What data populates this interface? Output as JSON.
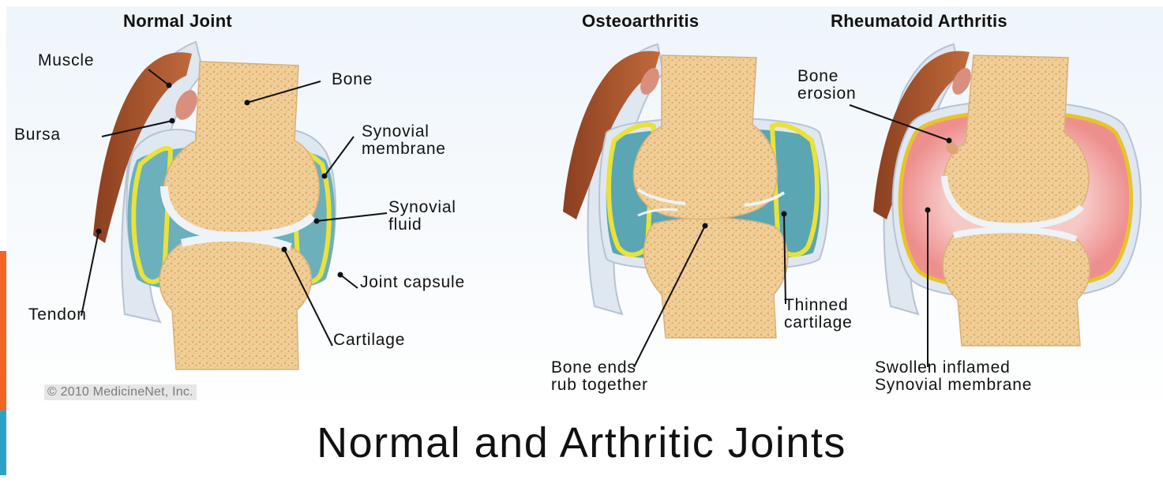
{
  "main_title": "Normal and Arthritic Joints",
  "copyright": "© 2010 MedicineNet, Inc.",
  "panels": {
    "normal": {
      "title": "Normal Joint",
      "labels": {
        "muscle": "Muscle",
        "bone": "Bone",
        "bursa": "Bursa",
        "synovial_membrane": [
          "Synovial",
          "membrane"
        ],
        "synovial_fluid": [
          "Synovial",
          "fluid"
        ],
        "joint_capsule": "Joint capsule",
        "tendon": "Tendon",
        "cartilage": "Cartilage"
      }
    },
    "osteoarthritis": {
      "title": "Osteoarthritis",
      "labels": {
        "thinned_cartilage": [
          "Thinned",
          "cartilage"
        ],
        "bone_ends": [
          "Bone ends",
          "rub together"
        ]
      }
    },
    "rheumatoid": {
      "title": "Rheumatoid Arthritis",
      "labels": {
        "bone_erosion": [
          "Bone",
          "erosion"
        ],
        "swollen_membrane": [
          "Swollen inflamed",
          "Synovial membrane"
        ]
      }
    }
  },
  "colors": {
    "background_top": "#eef5fb",
    "bone": "#f2d3a0",
    "bone_speckle": "#d99e5a",
    "muscle": "#a0522d",
    "synovial_fluid": "#5aa6b2",
    "membrane": "#e8e23a",
    "capsule": "#bccadb",
    "inflamed": "#f2a7a7",
    "accent_orange": "#f26522",
    "accent_blue": "#2aa3c7"
  }
}
